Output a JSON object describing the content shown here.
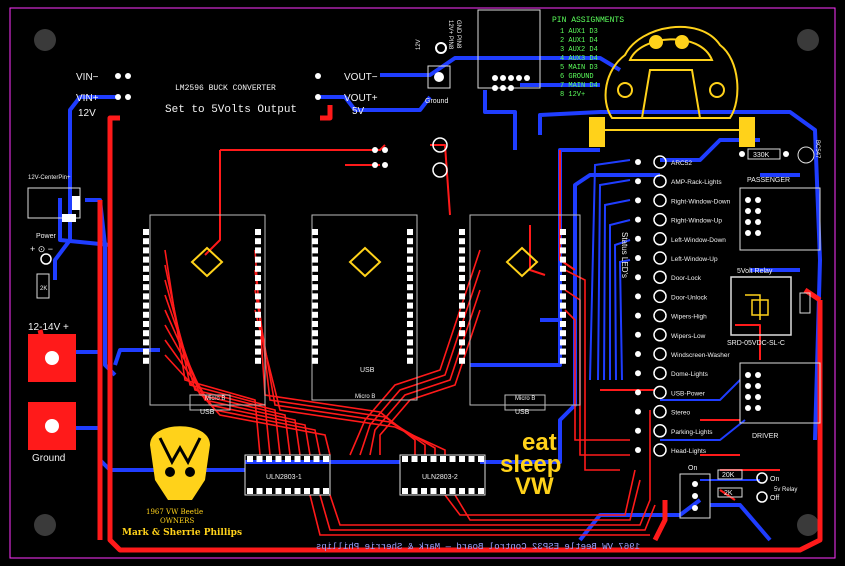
{
  "board": {
    "labels": {
      "vin_minus": "VIN−",
      "vin_plus": "VIN+",
      "vin_volts": "12V",
      "converter_name": "LM2596 BUCK CONVERTER",
      "converter_setting": "Set to 5Volts Output",
      "vout_minus": "VOUT−",
      "vout_plus": "VOUT+",
      "vout_volts": "5V",
      "center_pin": "12V-CenterPin+",
      "power": "Power",
      "power_polarity": "+ ⊙ −",
      "resistor_power": "2K",
      "input_range": "12-14V +",
      "ground": "Ground",
      "uln_1": "ULN2803-1",
      "uln_2": "ULN2803-2",
      "owners_line1": "1967 VW Beetle",
      "owners_line2": "OWNERS",
      "owners_names": "Mark & Sherrie Phillips",
      "logo_eat": "eat",
      "logo_sleep": "sleep",
      "logo_vw": "VW",
      "status_leds": "Status LED's",
      "passenger": "PASSENGER",
      "driver": "DRIVER",
      "relay_5v": "5Volt Relay",
      "relay_part": "SRD-05VDC-SL-C",
      "resistor_330k": "330K",
      "transistor": "BC547",
      "resistor_20k": "20K",
      "resistor_2k": "2K",
      "on_label": "On",
      "relay_on": "On",
      "relay_5v_label": "5v Relay",
      "relay_off": "Off",
      "grounf": "Ground",
      "esp_12v": "12V",
      "usb_labels": [
        "USB",
        "USB",
        "USB"
      ],
      "mini_labels": [
        "Micro B",
        "Micro B",
        "Micro B"
      ]
    },
    "pin_assignments": {
      "title": "PIN ASSIGNMENTS",
      "rows": [
        "1 AUX1 D3",
        "2 AUX1 D4",
        "3 AUX2 D4",
        "4 AUX3 D4",
        "5 MAIN D3",
        "6 GROUND",
        "7 MAIN D4",
        "8 12V+"
      ],
      "gnd_header": "GND PIN8",
      "v12_header": "12V+ PIN8"
    },
    "leds": [
      "ARC52",
      "AMP-Rack-Lights",
      "Right-Window-Down",
      "Right-Window-Up",
      "Left-Window-Down",
      "Left-Window-Up",
      "Door-Lock",
      "Door-Unlock",
      "Wipers-High",
      "Wipers-Low",
      "Windscreen-Washer",
      "Dome-Lights",
      "USB-Power",
      "Stereo",
      "Parking-Lights",
      "Head-Lights"
    ],
    "bottom_text": "1967 VW Beetle ESP32 Control Board — Mark & Sherrie Phillips",
    "colors": {
      "background": "#000000",
      "top_copper": "#ff1a1a",
      "bottom_copper": "#1f3dff",
      "silkscreen": "#f2f2f2",
      "gold": "#ffd21a",
      "pad": "#ffffff",
      "outline": "#ff33ff"
    }
  }
}
